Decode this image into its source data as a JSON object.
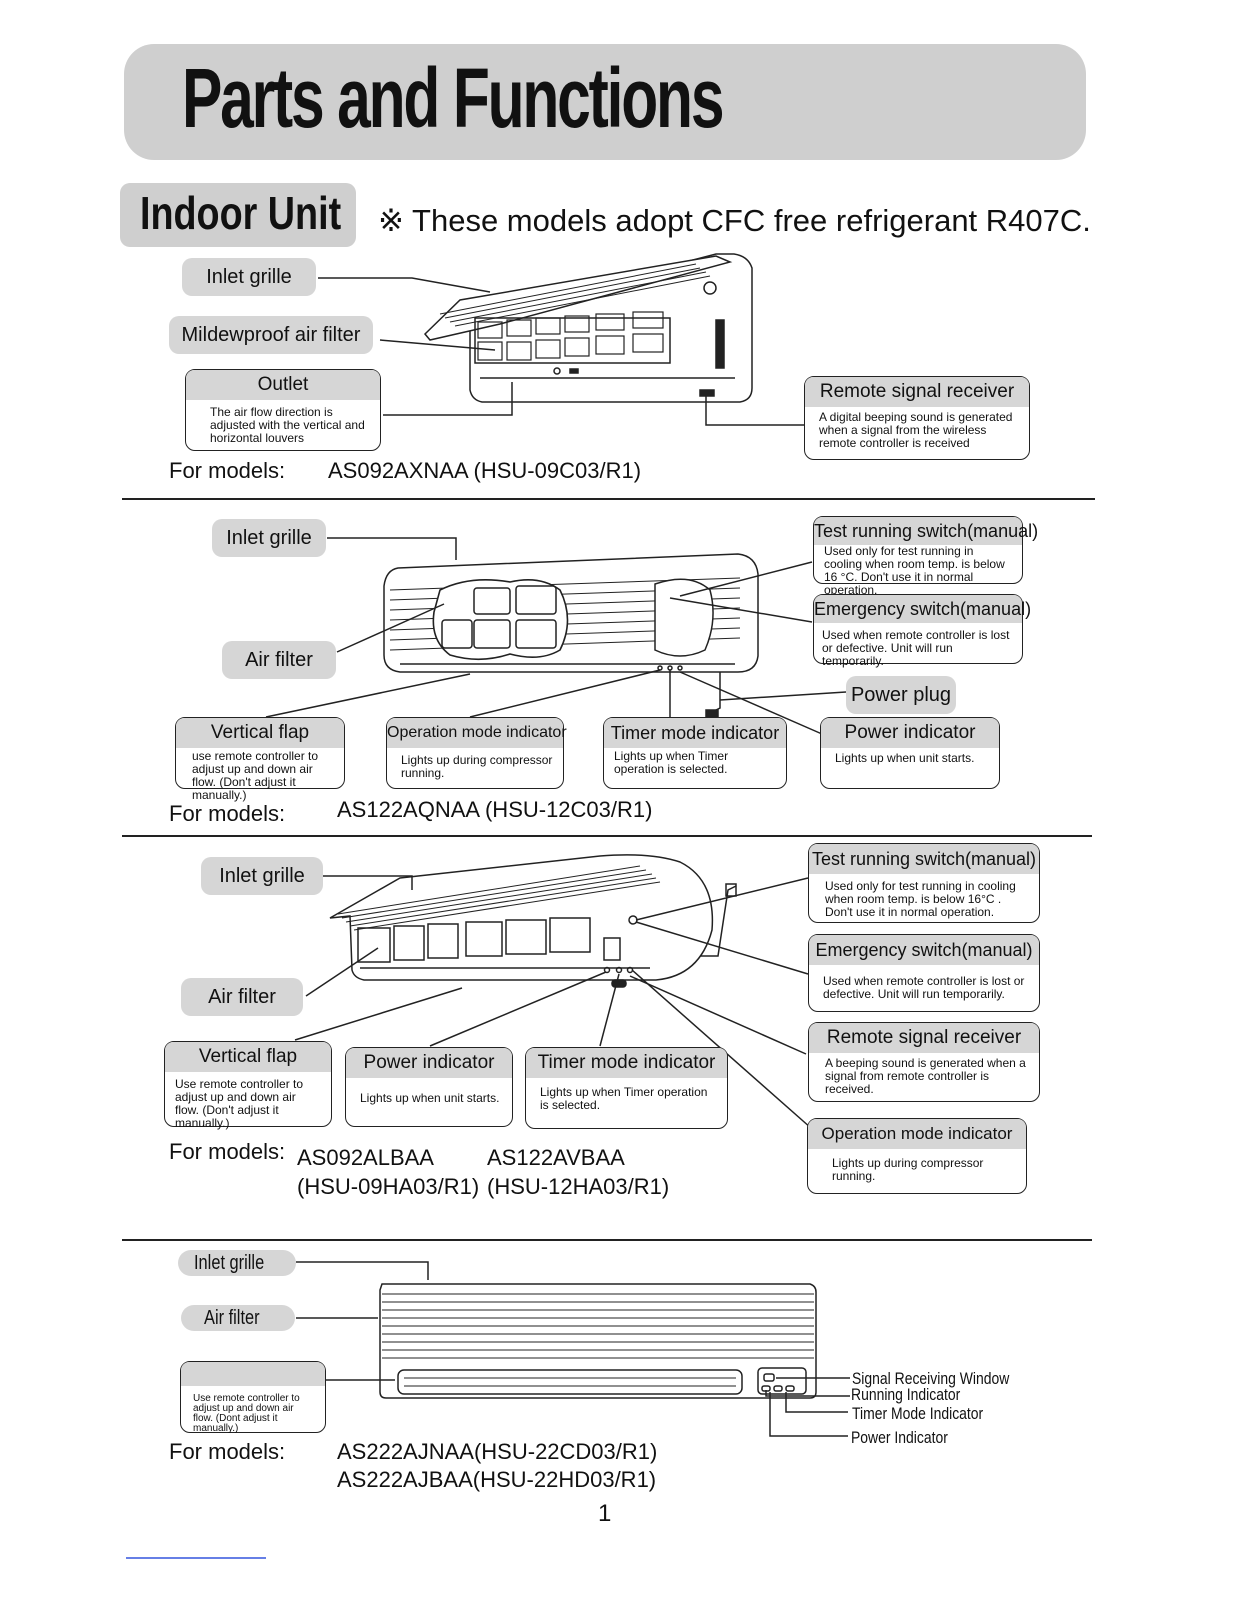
{
  "page": {
    "title": "Parts and Functions",
    "section": "Indoor Unit",
    "note": "※ These models adopt CFC free refrigerant R407C.",
    "page_number": "1"
  },
  "unit1": {
    "inlet_grille": "Inlet grille",
    "air_filter": "Mildewproof air filter",
    "outlet_title": "Outlet",
    "outlet_body": "The air flow direction is adjusted with the vertical and horizontal louvers",
    "remote_title": "Remote signal receiver",
    "remote_body": "A digital beeping sound is generated when a signal from the wireless remote controller is received",
    "models_label": "For models:",
    "models": "AS092AXNAA   (HSU-09C03/R1)"
  },
  "unit2": {
    "inlet_grille": "Inlet grille",
    "air_filter": "Air filter",
    "test_title": "Test running switch(manual)",
    "test_body": "Used only for test running in cooling when room temp. is below 16 °C. Don't use it in normal operation.",
    "emergency_title": "Emergency switch(manual)",
    "emergency_body": "Used when remote controller is lost or defective. Unit will run temporarily.",
    "power_plug": "Power plug",
    "vflap_title": "Vertical flap",
    "vflap_body": "use remote controller to adjust up and down air flow. (Don't adjust it manually.)",
    "opmode_title": "Operation mode indicator",
    "opmode_body": "Lights up during compressor running.",
    "timer_title": "Timer mode indicator",
    "timer_body": "Lights up when Timer operation is selected.",
    "power_title": "Power indicator",
    "power_body": "Lights up when unit starts.",
    "models_label": "For models:",
    "models": "AS122AQNAA   (HSU-12C03/R1)"
  },
  "unit3": {
    "inlet_grille": "Inlet grille",
    "air_filter": "Air filter",
    "test_title": "Test running switch(manual)",
    "test_body": "Used only for test running in cooling when room temp.  is below 16°C . Don't use it in normal operation.",
    "emergency_title": "Emergency switch(manual)",
    "emergency_body": "Used when remote controller is lost or defective. Unit will run temporarily.",
    "remote_title": "Remote signal receiver",
    "remote_body": "A beeping sound is generated when a signal from remote controller is received.",
    "vflap_title": "Vertical flap",
    "vflap_body": "Use remote controller to adjust up and down air flow. (Don't adjust it manually.)",
    "power_title": "Power indicator",
    "power_body": "Lights up when unit starts.",
    "timer_title": "Timer mode indicator",
    "timer_body": "Lights up when Timer operation is selected.",
    "opmode_title": "Operation mode indicator",
    "opmode_body": "Lights up during compressor running.",
    "models_label": "For models:",
    "model_a1": "AS092ALBAA",
    "model_a2": "(HSU-09HA03/R1)",
    "model_b1": "AS122AVBAA",
    "model_b2": "(HSU-12HA03/R1)"
  },
  "unit4": {
    "inlet_grille": "Inlet grille",
    "air_filter": "Air filter",
    "vflap_body": "Use remote controller to adjust up and down air flow. (Dont adjust it manually.)",
    "signal_window": "Signal Receiving Window",
    "running_indicator": "Running Indicator",
    "timer_indicator": "Timer Mode Indicator",
    "power_indicator": "Power Indicator",
    "models_label": "For models:",
    "model1": "AS222AJNAA(HSU-22CD03/R1)",
    "model2": "AS222AJBAA(HSU-22HD03/R1)"
  }
}
